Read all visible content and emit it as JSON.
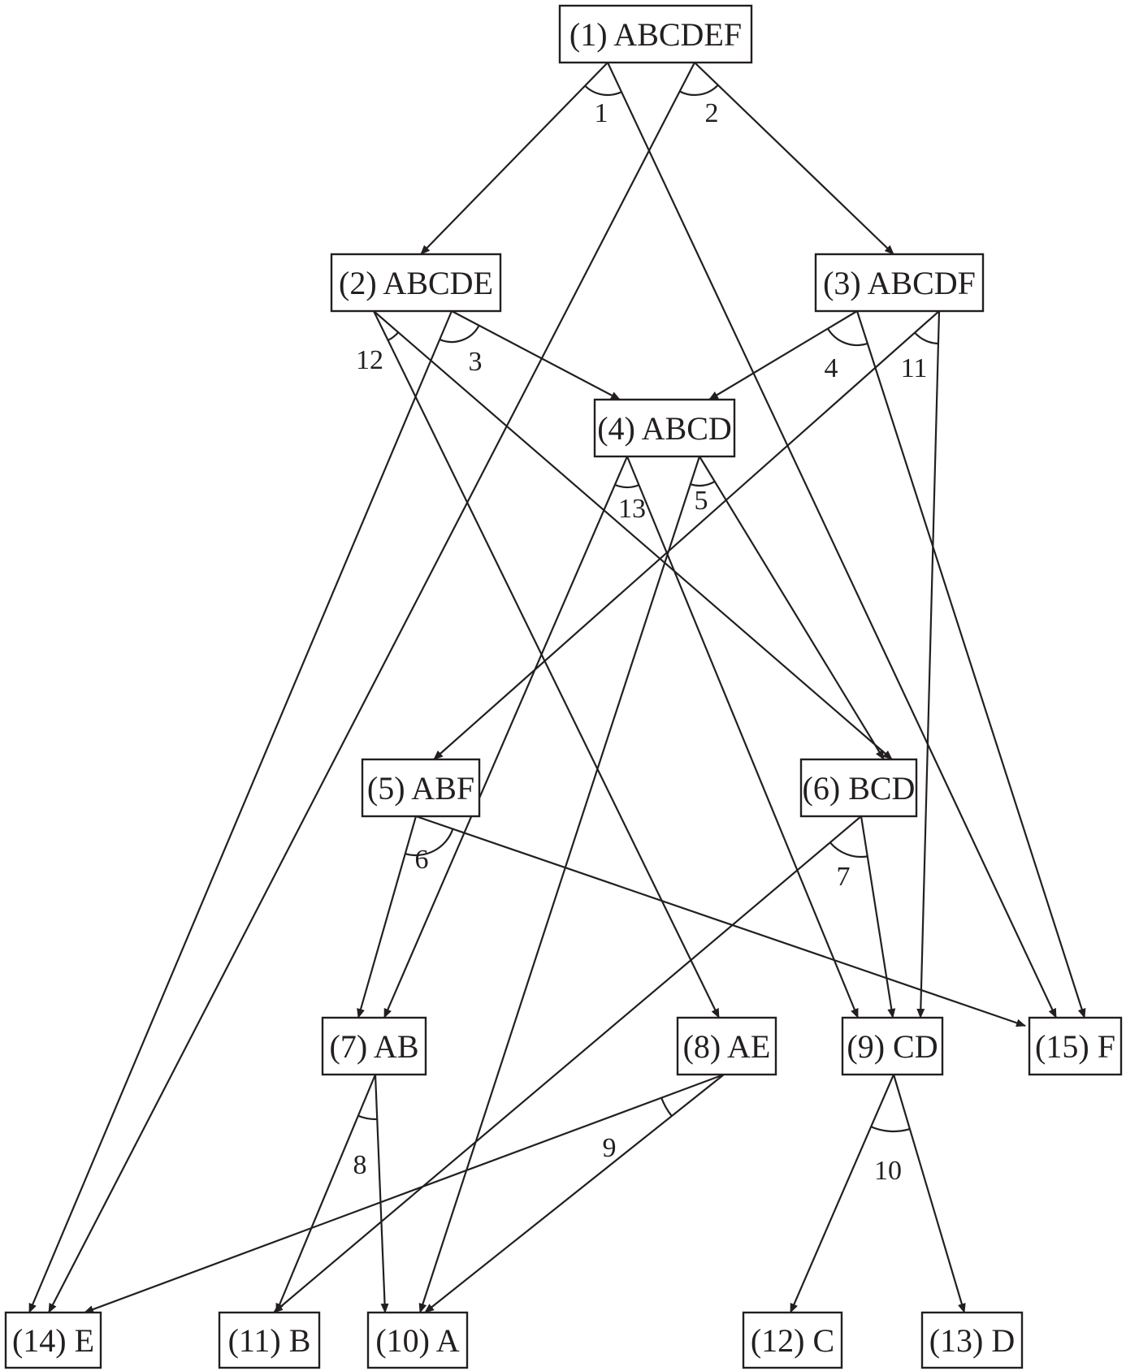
{
  "nodes": [
    {
      "id": "n1",
      "label": "(1) ABCDEF"
    },
    {
      "id": "n2",
      "label": "(2) ABCDE"
    },
    {
      "id": "n3",
      "label": "(3) ABCDF"
    },
    {
      "id": "n4",
      "label": "(4) ABCD"
    },
    {
      "id": "n5",
      "label": "(5) ABF"
    },
    {
      "id": "n6",
      "label": "(6) BCD"
    },
    {
      "id": "n7",
      "label": "(7) AB"
    },
    {
      "id": "n8",
      "label": "(8) AE"
    },
    {
      "id": "n9",
      "label": "(9) CD"
    },
    {
      "id": "n15",
      "label": "(15) F"
    },
    {
      "id": "n14",
      "label": "(14) E"
    },
    {
      "id": "n11",
      "label": "(11) B"
    },
    {
      "id": "n10",
      "label": "(10) A"
    },
    {
      "id": "n12",
      "label": "(12) C"
    },
    {
      "id": "n13",
      "label": "(13) D"
    }
  ],
  "connectors": [
    {
      "label": "1",
      "from": "n1",
      "to": [
        "n2",
        "n15"
      ]
    },
    {
      "label": "2",
      "from": "n1",
      "to": [
        "n14",
        "n3"
      ]
    },
    {
      "label": "3",
      "from": "n2",
      "to": [
        "n14",
        "n4"
      ]
    },
    {
      "label": "12",
      "from": "n2",
      "to": [
        "n8",
        "n6"
      ]
    },
    {
      "label": "4",
      "from": "n3",
      "to": [
        "n4",
        "n15"
      ]
    },
    {
      "label": "11",
      "from": "n3",
      "to": [
        "n5",
        "n9"
      ]
    },
    {
      "label": "13",
      "from": "n4",
      "to": [
        "n7",
        "n9"
      ]
    },
    {
      "label": "5",
      "from": "n4",
      "to": [
        "n10",
        "n6"
      ]
    },
    {
      "label": "6",
      "from": "n5",
      "to": [
        "n7",
        "n15"
      ]
    },
    {
      "label": "7",
      "from": "n6",
      "to": [
        "n11",
        "n9"
      ]
    },
    {
      "label": "8",
      "from": "n7",
      "to": [
        "n11",
        "n10"
      ]
    },
    {
      "label": "9",
      "from": "n8",
      "to": [
        "n14",
        "n10"
      ]
    },
    {
      "label": "10",
      "from": "n9",
      "to": [
        "n12",
        "n13"
      ]
    }
  ]
}
